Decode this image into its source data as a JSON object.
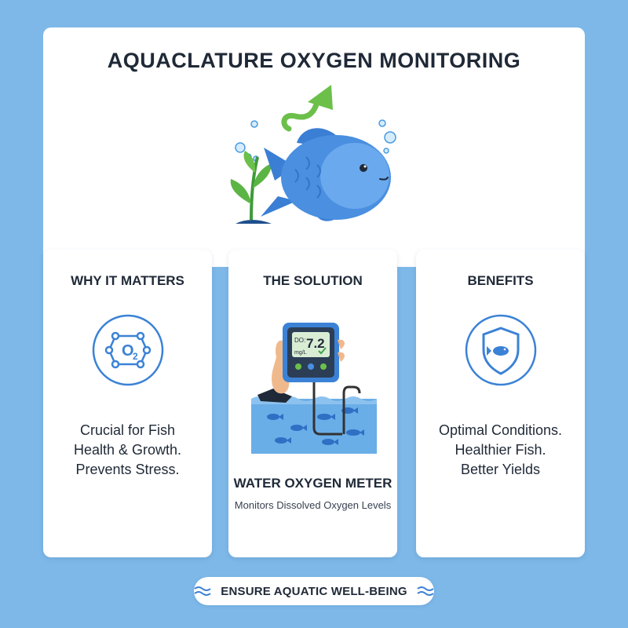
{
  "title": "AQUACLATURE OXYGEN MONITORING",
  "cards": [
    {
      "title": "WHY IT MATTERS",
      "icon": "o2-molecule-icon",
      "icon_text": "O",
      "icon_sub": "2",
      "lines": [
        "Crucial for Fish",
        "Health & Growth.",
        "Prevents Stress."
      ]
    },
    {
      "title": "THE SOLUTION",
      "meter": {
        "do_label": "DO:",
        "value": "7.2",
        "unit": "mg/L"
      },
      "subtitle": "WATER OXYGEN METER",
      "description": "Monitors Dissolved Oxygen Levels"
    },
    {
      "title": "BENEFITS",
      "icon": "shield-fish-icon",
      "lines": [
        "Optimal Conditions.",
        "Healthier Fish.",
        "Better Yields"
      ]
    }
  ],
  "footer": {
    "label": "ENSURE AQUATIC WELL-BEING",
    "icon": "wave-icon"
  },
  "colors": {
    "background": "#7db8e8",
    "accent_blue": "#3b82d6",
    "fish_blue": "#4a8fe0",
    "plant_green": "#5bb545",
    "arrow_green": "#6cc04a"
  }
}
